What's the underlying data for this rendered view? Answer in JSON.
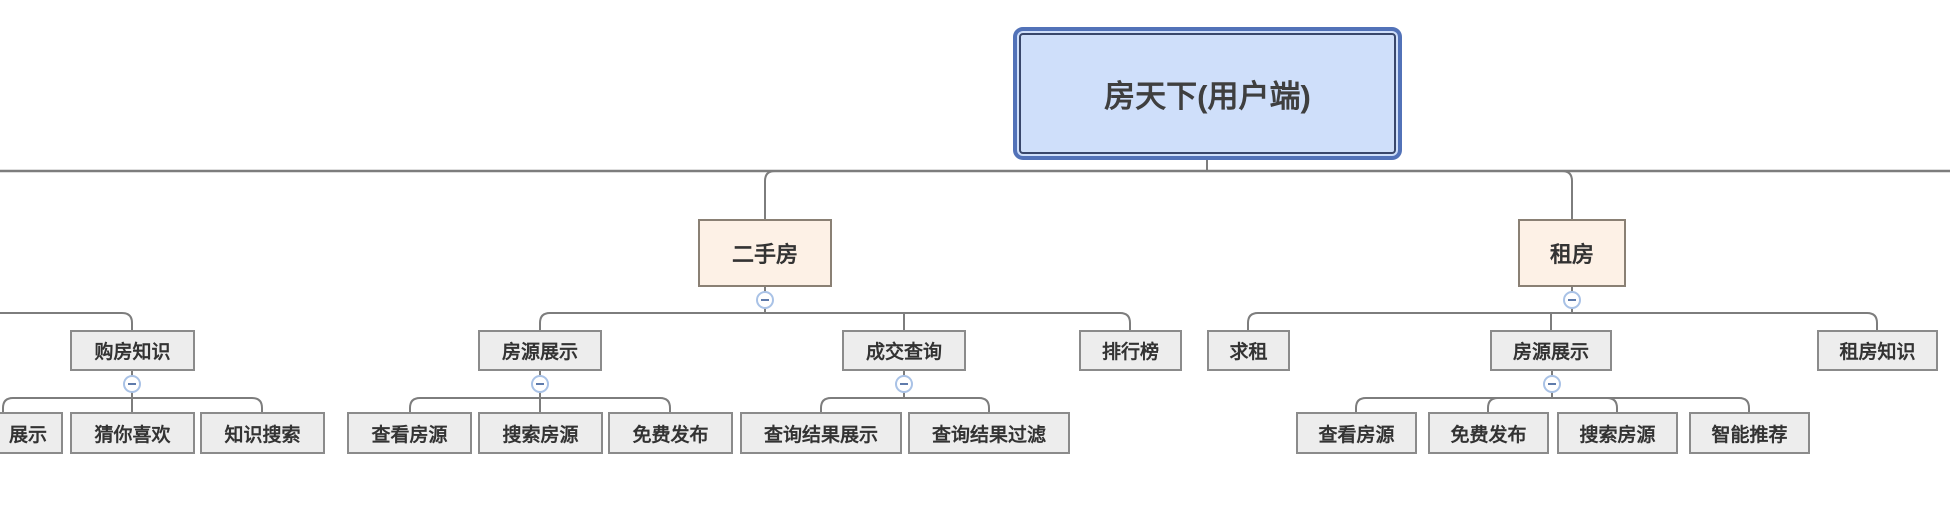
{
  "diagram_type": "mind-map-org-chart",
  "icons": {
    "collapse": "minus-circle-icon",
    "collapse_glyph": "−"
  },
  "colors": {
    "root_fill": "#cfdffa",
    "root_selection_border": "#5272b8",
    "root_inner_border": "#39476b",
    "branch_fill": "#fdf1e6",
    "branch_border": "#8a8074",
    "leaf_fill": "#ededed",
    "leaf_border": "#8b8b8b",
    "connector_line": "#7d7d7d",
    "collapse_ring": "#a9c2e6",
    "collapse_minus": "#5f7bab",
    "text": "#333333"
  },
  "tree": {
    "label": "房天下(用户端)",
    "children": [
      {
        "label": "二手房",
        "children": [
          {
            "label": "房源展示",
            "children": [
              {
                "label": "查看房源"
              },
              {
                "label": "搜索房源"
              },
              {
                "label": "免费发布"
              }
            ]
          },
          {
            "label": "成交查询",
            "children": [
              {
                "label": "查询结果展示"
              },
              {
                "label": "查询结果过滤"
              }
            ]
          },
          {
            "label": "排行榜"
          }
        ]
      },
      {
        "label": "租房",
        "children": [
          {
            "label": "求租"
          },
          {
            "label": "房源展示",
            "children": [
              {
                "label": "查看房源"
              },
              {
                "label": "免费发布"
              },
              {
                "label": "搜索房源"
              },
              {
                "label": "智能推荐"
              }
            ]
          },
          {
            "label": "租房知识"
          }
        ]
      }
    ],
    "clipped_left_branch": {
      "children": [
        {
          "label": "购房知识",
          "children": [
            {
              "label": "展示",
              "clipped": true
            },
            {
              "label": "猜你喜欢"
            },
            {
              "label": "知识搜索"
            }
          ]
        }
      ]
    }
  }
}
